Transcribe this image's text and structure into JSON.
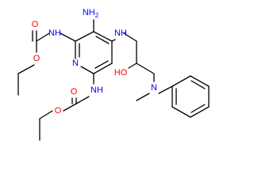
{
  "molecule": {
    "atoms": {
      "nh2": "NH",
      "nh2_sub": "2",
      "nh_left": "NH",
      "nh_right": "NH",
      "nh_bottom": "NH",
      "o_left_carbonyl": "O",
      "o_left_ester": "O",
      "o_bottom_carbonyl": "O",
      "o_bottom_ester": "O",
      "n_ring": "N",
      "ho": "HO",
      "n_amine": "N"
    },
    "colors": {
      "bond": "#000000",
      "nitrogen": "#0000ff",
      "oxygen": "#ff0000",
      "carbon_text": "#000000"
    }
  }
}
